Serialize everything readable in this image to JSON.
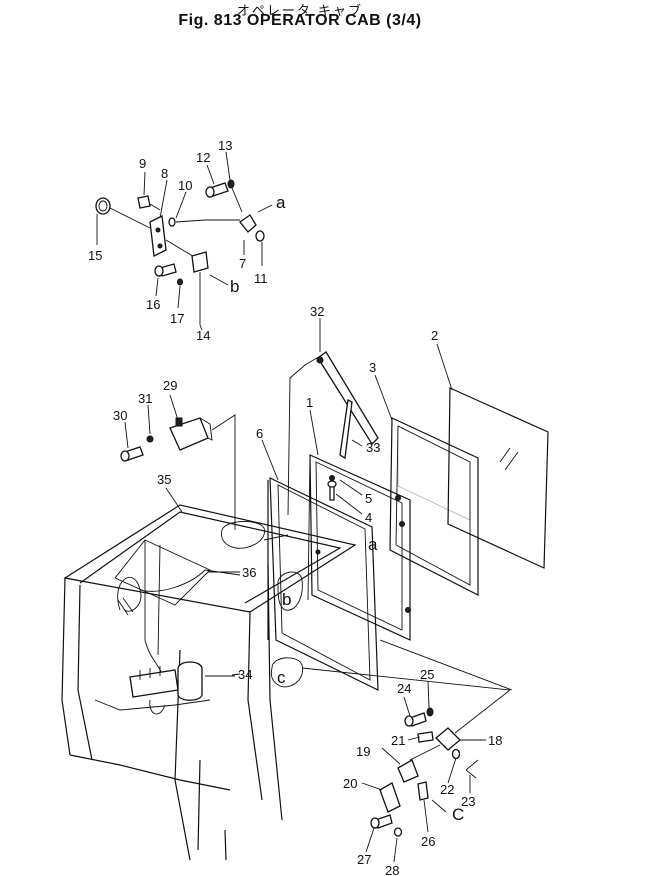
{
  "header": {
    "subtitle": "オペレータ キャブ",
    "title": "Fig. 813 OPERATOR CAB (3/4)"
  },
  "labels": {
    "p1": "1",
    "p2": "2",
    "p3": "3",
    "p4": "4",
    "p5": "5",
    "p6": "6",
    "p7": "7",
    "p8": "8",
    "p9": "9",
    "p10": "10",
    "p11": "11",
    "p12": "12",
    "p13": "13",
    "p14": "14",
    "p15": "15",
    "p16": "16",
    "p17": "17",
    "p18": "18",
    "p19": "19",
    "p20": "20",
    "p21": "21",
    "p22": "22",
    "p23": "23",
    "p24": "24",
    "p25": "25",
    "p26": "26",
    "p27": "27",
    "p28": "28",
    "p29": "29",
    "p30": "30",
    "p31": "31",
    "p32": "32",
    "p33": "33",
    "p34": "34",
    "p35": "35",
    "p36": "36"
  },
  "refs": {
    "a1": "a",
    "a2": "a",
    "b1": "b",
    "b2": "b",
    "c1": "c",
    "c2": "C"
  }
}
